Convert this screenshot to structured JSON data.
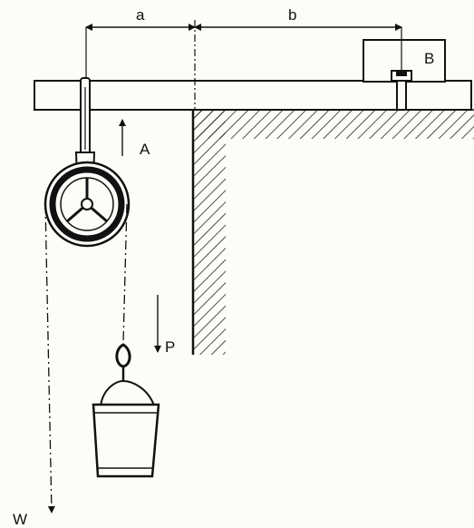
{
  "labels": {
    "dim_a": "a",
    "dim_b": "b",
    "point_b": "B",
    "arrow_a": "A",
    "arrow_p": "P",
    "arrow_w": "W"
  },
  "colors": {
    "ink": "#111111",
    "paper": "#fdfdf8"
  }
}
